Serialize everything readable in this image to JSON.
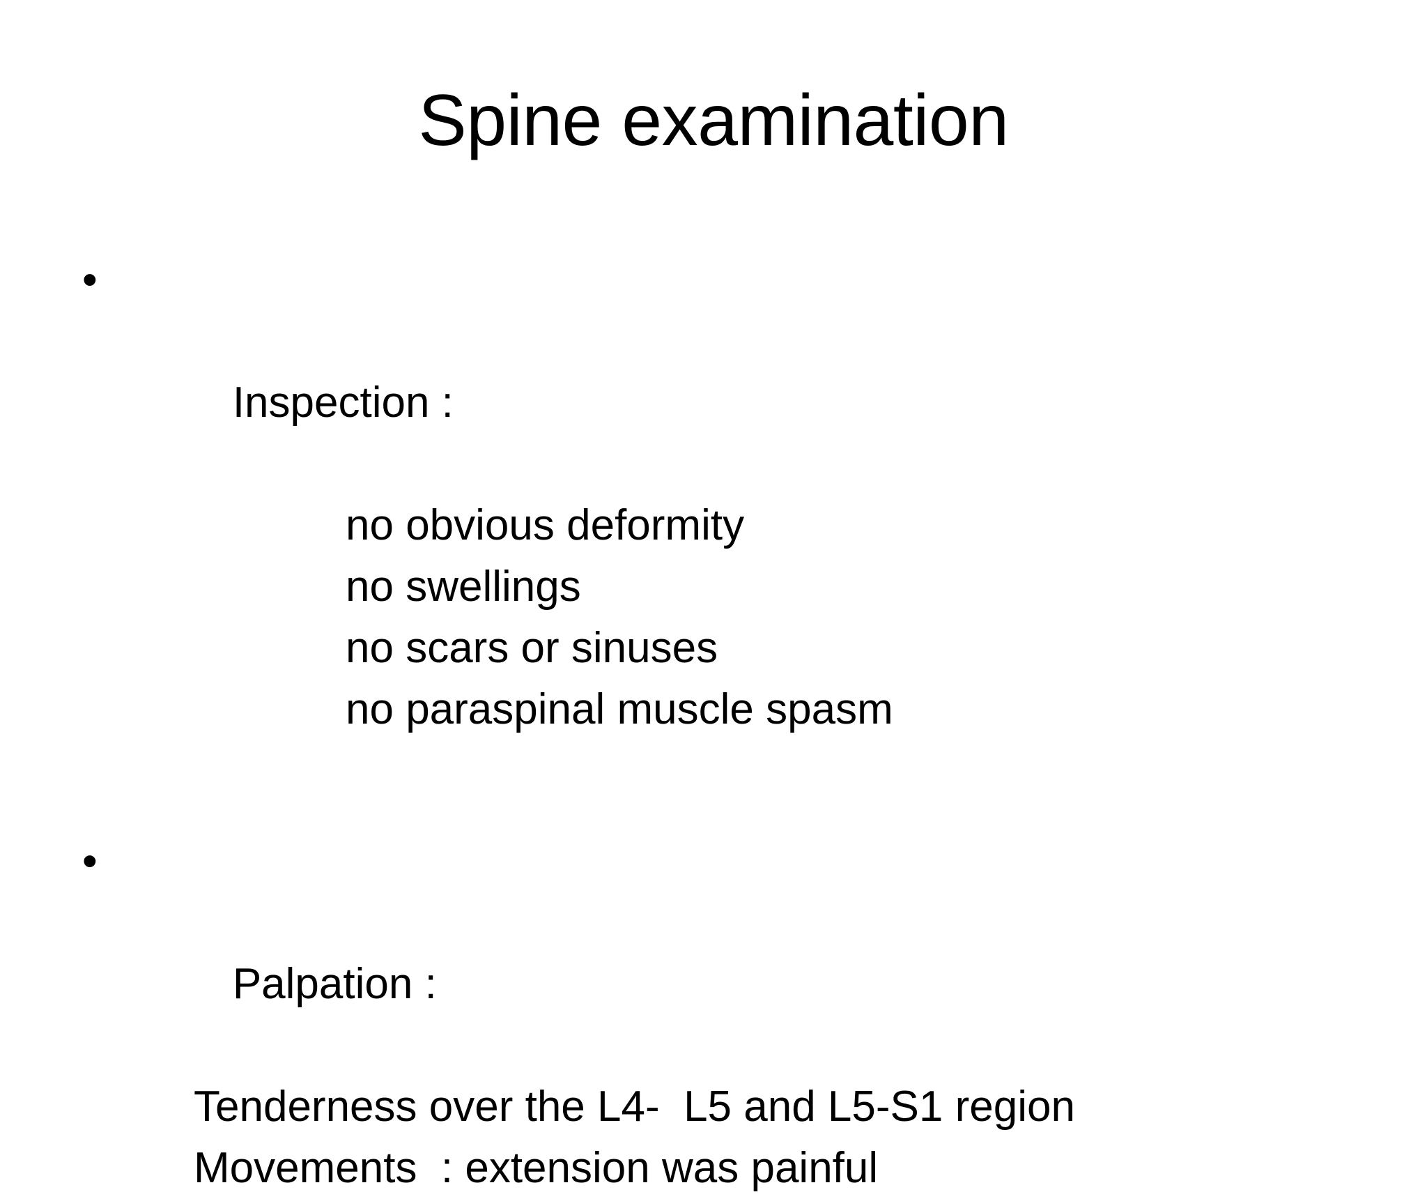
{
  "slide": {
    "title": "Spine examination",
    "background_color": "#ffffff",
    "text_color": "#000000",
    "bullet_glyph": "•",
    "sections": [
      {
        "name": "inspection",
        "heading": "Inspection :",
        "items": [
          "no obvious deformity",
          "no swellings",
          "no scars or sinuses",
          "no paraspinal muscle spasm"
        ]
      },
      {
        "name": "palpation",
        "heading": "Palpation :",
        "items": [
          "Tenderness over the L4-  L5 and L5-S1 region",
          "Movements  : extension was painful"
        ]
      }
    ]
  }
}
